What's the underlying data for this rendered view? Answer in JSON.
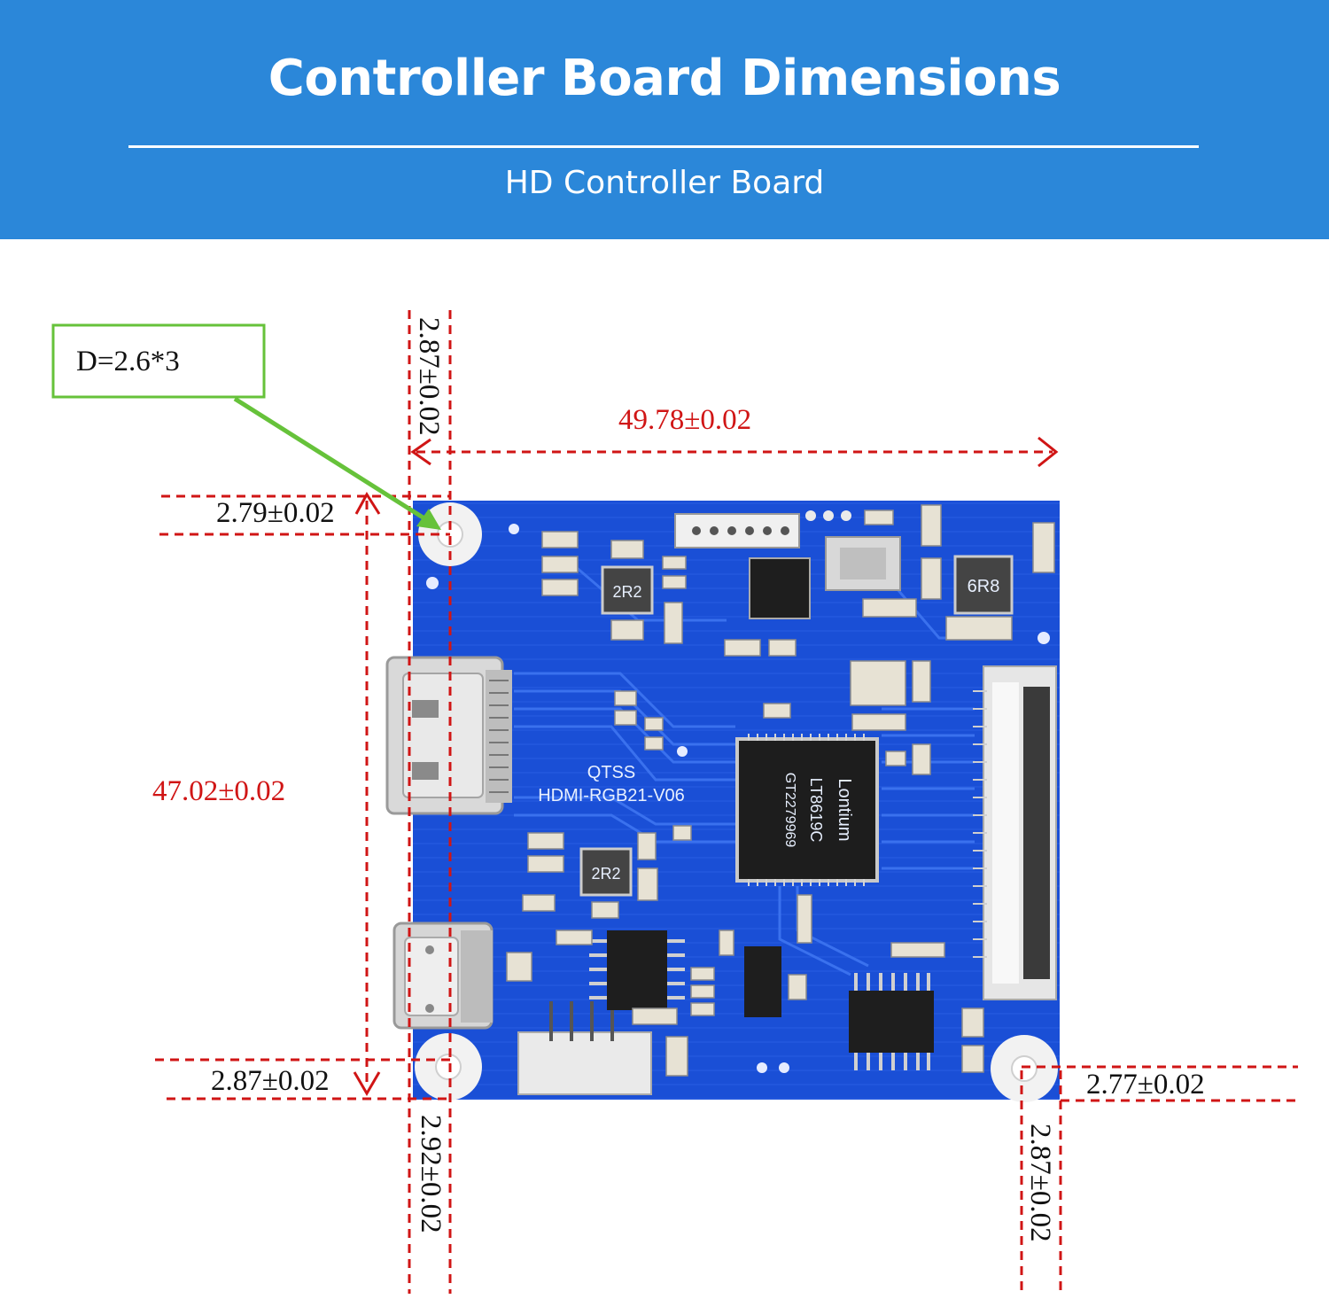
{
  "header": {
    "title": "Controller Board Dimensions",
    "subtitle": "HD Controller Board"
  },
  "callout": {
    "hole_label": "D=2.6*3"
  },
  "dimensions": {
    "top_hole_offset": "2.87±0.02",
    "board_width": "49.78±0.02",
    "hole_top_margin": "2.79±0.02",
    "board_height": "47.02±0.02",
    "hole_bottom_margin_left": "2.87±0.02",
    "hole_bottom_margin_right": "2.77±0.02",
    "bottom_left_hole_offset": "2.92±0.02",
    "bottom_right_hole_offset": "2.87±0.02"
  },
  "board": {
    "maker": "QTSS",
    "model": "HDMI-RGB21-V06",
    "inductor_top": "2R2",
    "inductor_bottom": "2R2",
    "inductor_right": "6R8",
    "chip_brand": "Lontium",
    "chip_model": "LT8619C",
    "chip_code": "GT2279969"
  },
  "colors": {
    "header_bg": "#2b87d9",
    "dimension_red": "#d01515",
    "callout_green": "#66c23a",
    "pcb_blue": "#1a4fd6"
  }
}
